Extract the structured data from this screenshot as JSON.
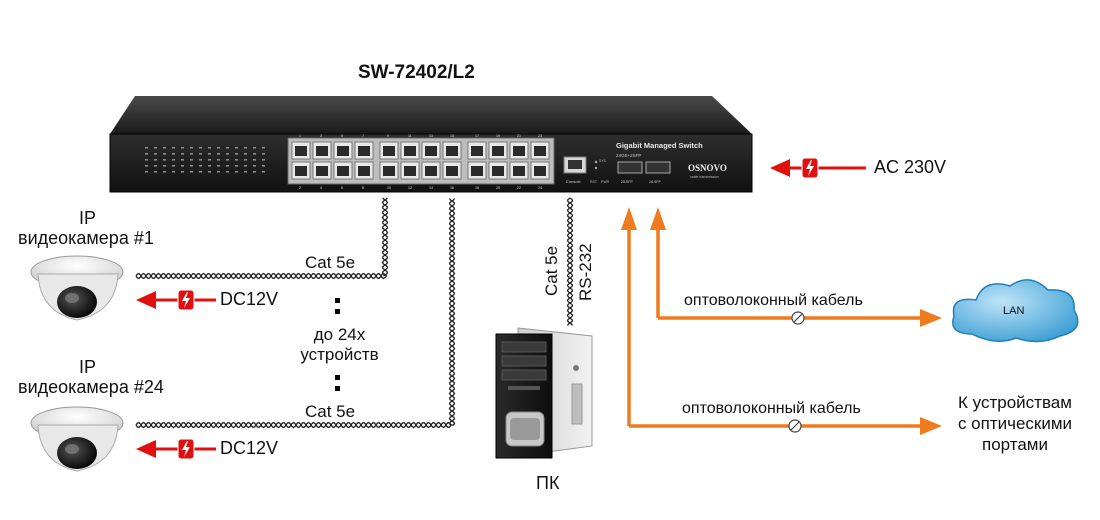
{
  "switch": {
    "model": "SW-72402/L2",
    "panel_title": "Gigabit Managed Switch",
    "panel_subtitle": "24GE+2SFP",
    "brand": "OSNOVO",
    "brand_tagline": "cable transmission",
    "console_label": "Console",
    "rst_label": "RST",
    "pwr_label": "PWR",
    "sys_label": "SYS",
    "sfp1_label": "25-SFP",
    "sfp2_label": "26-SFP",
    "port_numbers_top": [
      "1",
      "3",
      "5",
      "7",
      "9",
      "11",
      "13",
      "15",
      "17",
      "19",
      "21",
      "23"
    ],
    "port_numbers_bottom": [
      "2",
      "4",
      "6",
      "8",
      "10",
      "12",
      "14",
      "16",
      "18",
      "20",
      "22",
      "24"
    ]
  },
  "power_input": {
    "label": "AC 230V"
  },
  "camera_1": {
    "line1": "IP",
    "line2": "видеокамера  #1",
    "power": "DC12V",
    "cable": "Cat 5e"
  },
  "camera_24": {
    "line1": "IP",
    "line2": "видеокамера #24",
    "power": "DC12V",
    "cable": "Cat 5e"
  },
  "middle": {
    "line1": "до 24х",
    "line2": "устройств"
  },
  "pc": {
    "label": "ПК",
    "cable1": "Cat 5e",
    "cable2": "RS-232"
  },
  "fiber_1": {
    "label": "оптоволоконный кабель",
    "target": "LAN"
  },
  "fiber_2": {
    "label": "оптоволоконный кабель",
    "target_line1": "К устройствам",
    "target_line2": "с оптическими",
    "target_line3": "портами"
  },
  "colors": {
    "fiber": "#f07a1e",
    "power_arrow": "#e01010",
    "switch_body": "#1c1c1c",
    "cloud": "#3fa5dc"
  },
  "icons": [
    "ip-dome-camera-icon",
    "pc-tower-icon",
    "lan-cloud-icon",
    "lightning-icon",
    "fiber-coupler-icon"
  ]
}
